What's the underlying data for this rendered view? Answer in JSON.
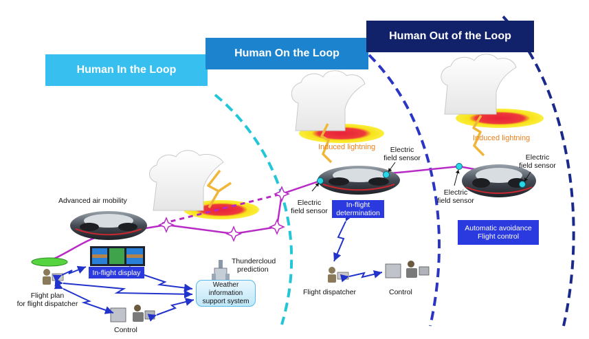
{
  "headers": {
    "in_loop": "Human In the Loop",
    "on_loop": "Human On the Loop",
    "out_loop": "Human Out of the Loop"
  },
  "labels": {
    "advanced_air_mobility": "Advanced air mobility",
    "inflight_display": "In-flight display",
    "thundercloud_prediction": [
      "Thundercloud",
      "prediction"
    ],
    "weather_info": [
      "Weather information",
      "support system"
    ],
    "flight_plan": [
      "Flight plan",
      "for flight dispatcher"
    ],
    "control": "Control",
    "induced_lightning": "Induced lightning",
    "electric_field_sensor": [
      "Electric",
      "field sensor"
    ],
    "inflight_determination": [
      "In-flight",
      "determination"
    ],
    "flight_dispatcher": "Flight dispatcher",
    "automatic_avoidance": [
      "Automatic avoidance",
      "Flight control"
    ]
  },
  "colors": {
    "in_loop": "#37c0ef",
    "on_loop": "#1c84cf",
    "out_loop": "#12226a",
    "flight_path": "#b82ac6",
    "lightning": "#f0b63a",
    "lightning_text": "#ec7f1c",
    "label_box": "#2b3adf",
    "comm_arrow": "#2233cc",
    "boundary_cyan": "#22c6d6",
    "boundary_blue": "#2a35c4",
    "boundary_navy": "#1a2a8a"
  }
}
